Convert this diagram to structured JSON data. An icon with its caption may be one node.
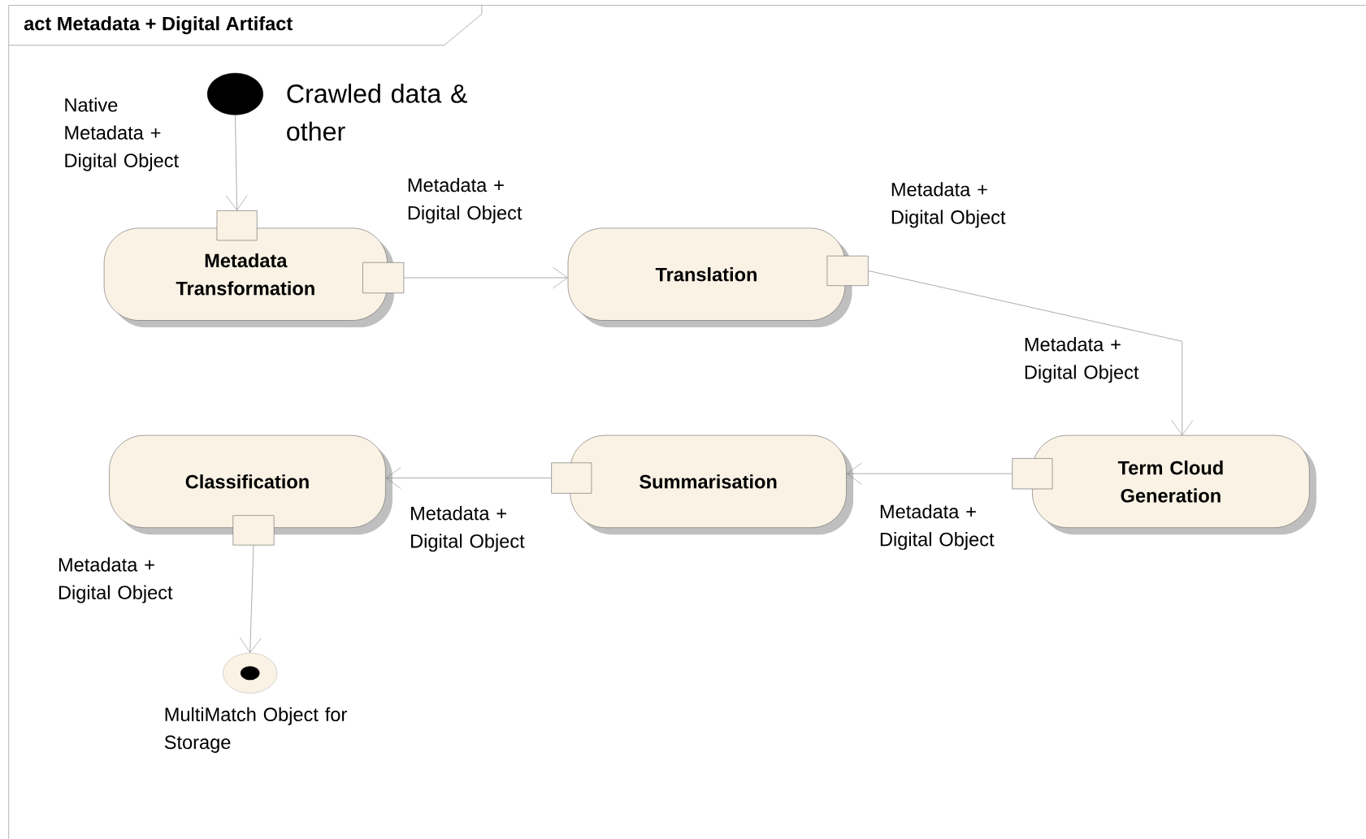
{
  "diagram": {
    "title": "act Metadata + Digital Artifact",
    "nodes": [
      {
        "text": [],
        "shape": "circle",
        "beside": [
          "Crawled data & other"
        ]
      },
      {
        "text": [
          "Metadata Transformation"
        ]
      },
      {
        "text": [
          "Translation"
        ]
      },
      {
        "text": [
          "Term Cloud Generation"
        ]
      },
      {
        "text": [
          "Summarisation"
        ]
      },
      {
        "text": [
          "Classification"
        ]
      },
      {
        "text": [],
        "shape": "bullseye",
        "beside": [
          "MultiMatch Object for Storage"
        ]
      },
      {
        "text": [],
        "shape": "box"
      },
      {
        "text": [],
        "shape": "box"
      },
      {
        "text": [],
        "shape": "box"
      },
      {
        "text": [],
        "shape": "box"
      },
      {
        "text": [],
        "shape": "box"
      },
      {
        "text": [],
        "shape": "box"
      }
    ],
    "edges": [
      {
        "from": 0,
        "to": 7,
        "arrow": "to"
      },
      {
        "from": 8,
        "to": 2,
        "arrow": "to"
      },
      {
        "from": 9,
        "to": 3,
        "arrow": "to"
      },
      {
        "from": 10,
        "to": 4,
        "arrow": "to"
      },
      {
        "from": 11,
        "to": 5,
        "arrow": "to"
      },
      {
        "from": 12,
        "to": 6,
        "arrow": "to"
      }
    ],
    "labels": [
      "Native Metadata + Digital Object",
      "Metadata + Digital Object",
      "Metadata + Digital Object",
      "Metadata + Digital Object",
      "Metadata + Digital Object",
      "Metadata + Digital Object",
      "Metadata + Digital Object"
    ]
  }
}
